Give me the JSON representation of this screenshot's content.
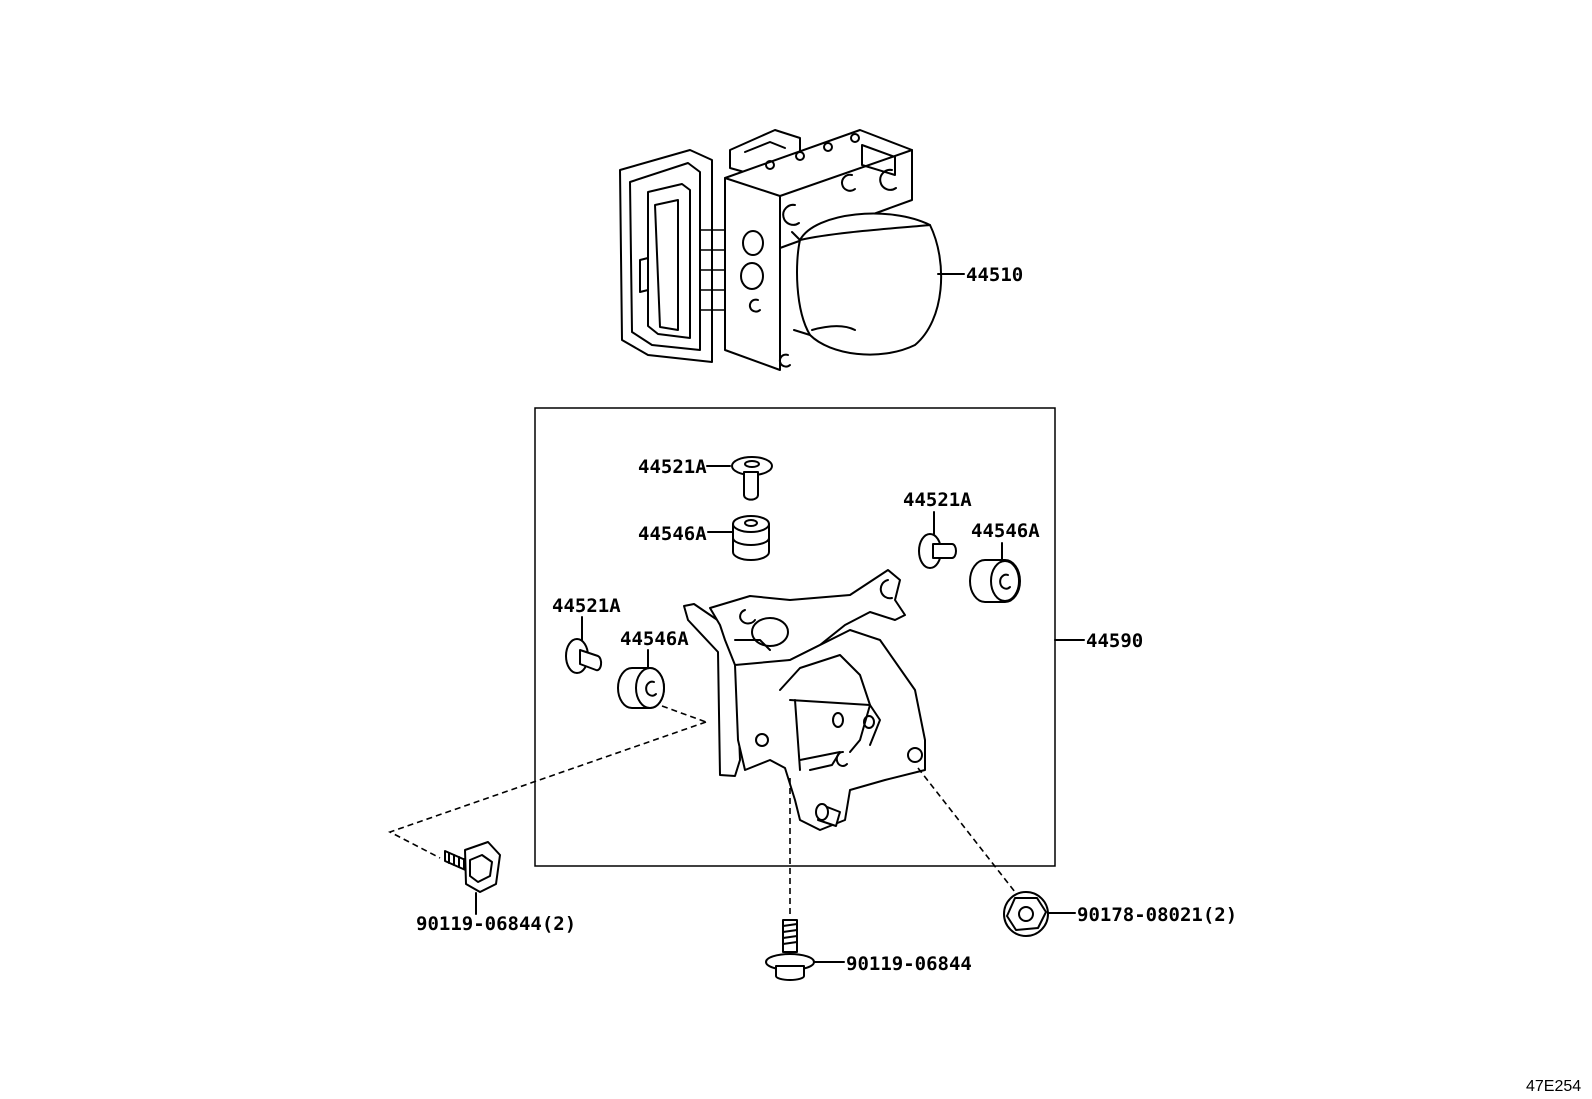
{
  "labels": {
    "abs_actuator": "44510",
    "bracket_assembly": "44590",
    "pin_top": "44521A",
    "cushion_top": "44546A",
    "pin_right": "44521A",
    "cushion_right": "44546A",
    "pin_left": "44521A",
    "cushion_left": "44546A",
    "bolt_left": "90119-06844(2)",
    "bolt_bottom": "90119-06844",
    "nut_right": "90178-08021(2)"
  },
  "reference_code": "47E254"
}
